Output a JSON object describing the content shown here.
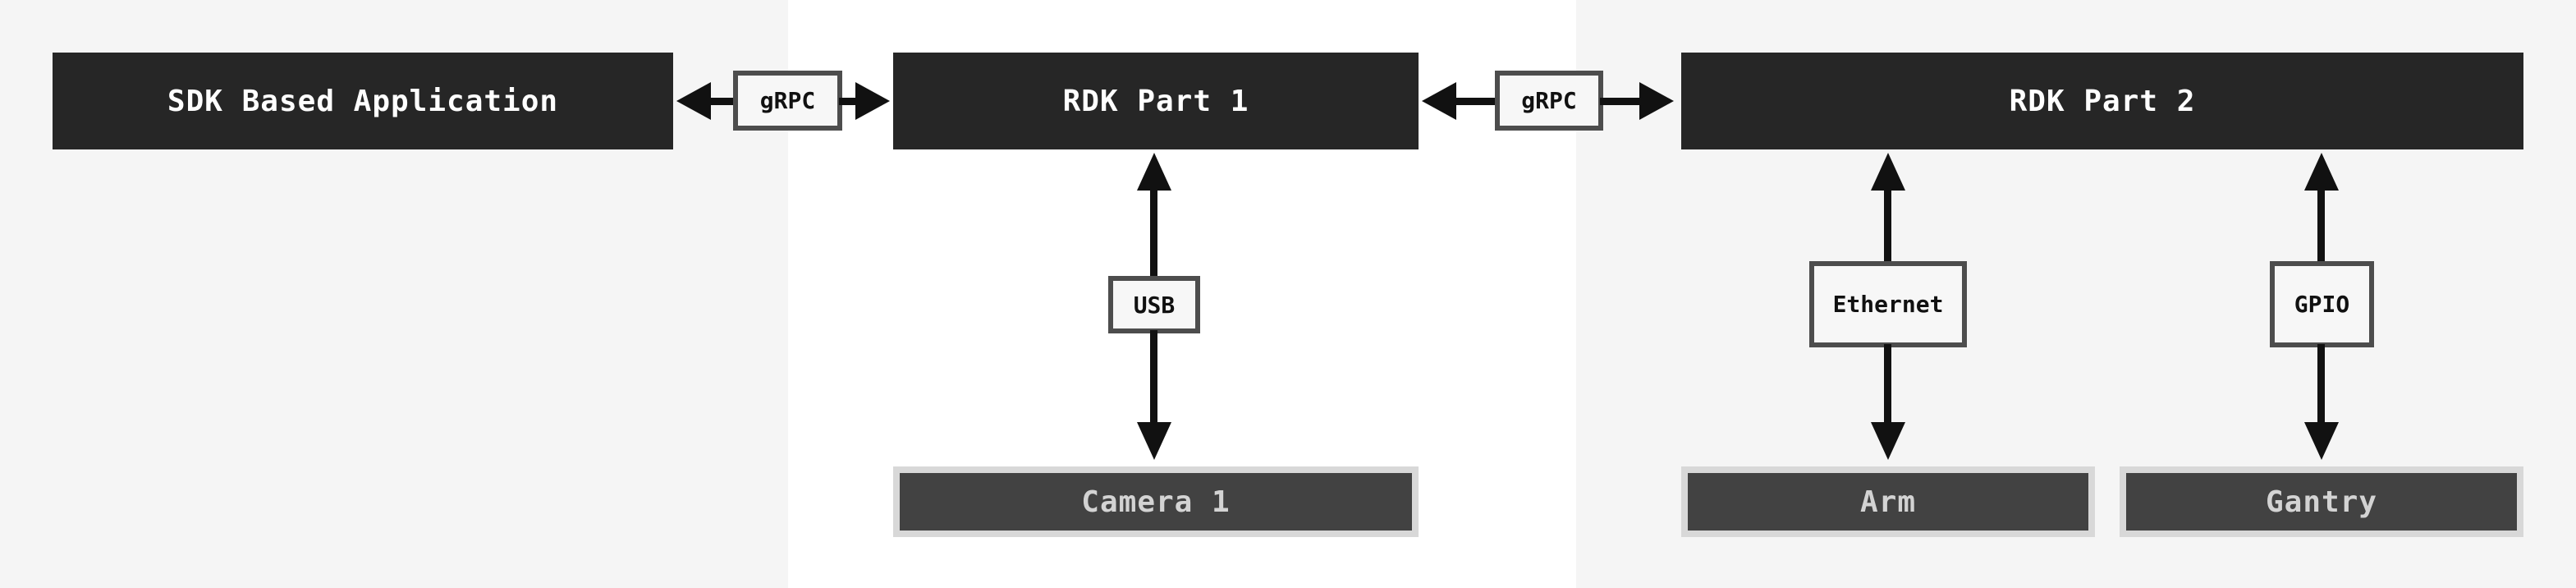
{
  "colors": {
    "page_bg": "#f5f5f5",
    "band_bg": "#ffffff",
    "node_fill": "#262626",
    "node_text": "#ffffff",
    "device_outer_frame": "#d8d8d8",
    "device_fill": "#424242",
    "device_text": "#d3d3d3",
    "connector_label_bg": "#f7f7f7",
    "connector_label_border": "#4d4d4d",
    "arrow": "#111111"
  },
  "nodes": {
    "sdk_app": {
      "label": "SDK Based Application"
    },
    "rdk_part_1": {
      "label": "RDK Part 1"
    },
    "rdk_part_2": {
      "label": "RDK Part 2"
    },
    "camera_1": {
      "label": "Camera 1"
    },
    "arm": {
      "label": "Arm"
    },
    "gantry": {
      "label": "Gantry"
    }
  },
  "connectors": {
    "grpc_1": {
      "label": "gRPC",
      "from": "SDK Based Application",
      "to": "RDK Part 1",
      "direction": "bidirectional"
    },
    "grpc_2": {
      "label": "gRPC",
      "from": "RDK Part 1",
      "to": "RDK Part 2",
      "direction": "bidirectional"
    },
    "usb": {
      "label": "USB",
      "from": "RDK Part 1",
      "to": "Camera 1",
      "direction": "bidirectional"
    },
    "ethernet": {
      "label": "Ethernet",
      "from": "RDK Part 2",
      "to": "Arm",
      "direction": "bidirectional"
    },
    "gpio": {
      "label": "GPIO",
      "from": "RDK Part 2",
      "to": "Gantry",
      "direction": "bidirectional"
    }
  }
}
